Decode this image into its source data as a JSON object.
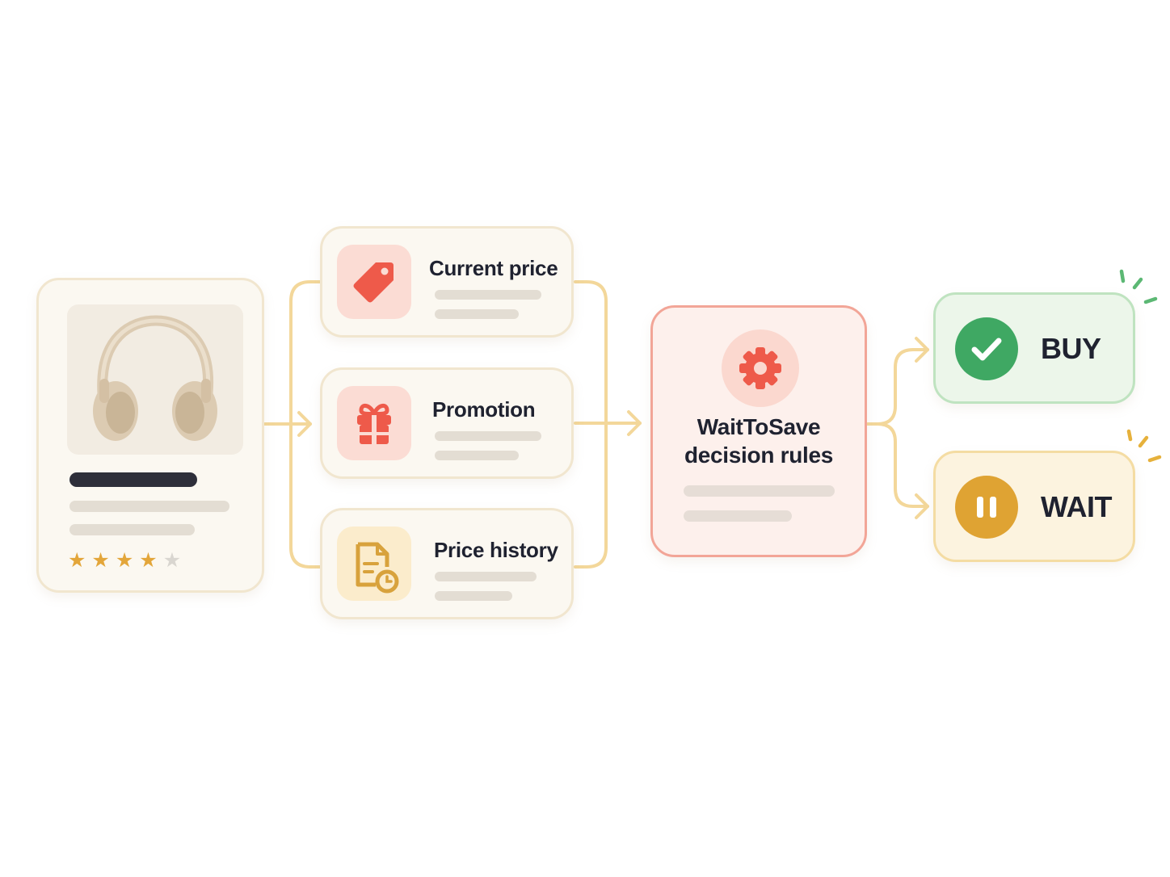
{
  "product": {
    "rating": 4,
    "rating_max": 5
  },
  "inputs": [
    {
      "title": "Current price",
      "icon": "price-tag-icon"
    },
    {
      "title": "Promotion",
      "icon": "gift-icon"
    },
    {
      "title": "Price history",
      "icon": "document-clock-icon"
    }
  ],
  "decision": {
    "title_line1": "WaitToSave",
    "title_line2": "decision rules",
    "icon": "gear-icon"
  },
  "outcomes": {
    "buy": {
      "label": "BUY",
      "icon": "checkmark-icon"
    },
    "wait": {
      "label": "WAIT",
      "icon": "pause-icon"
    }
  },
  "colors": {
    "connector": "#f3d79a",
    "accent_red": "#ee5a4a",
    "buy_green": "#3fa863",
    "wait_gold": "#dfa333",
    "star_gold": "#e3a63a"
  }
}
